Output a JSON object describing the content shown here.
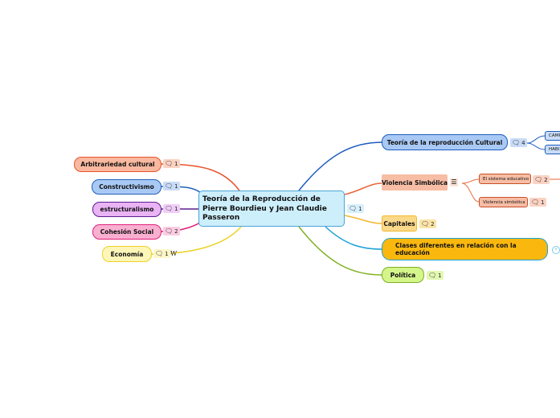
{
  "central": {
    "title": "Teoría de la Reproducción de\nPierre Bourdieu y  Jean Claudie\nPasseron",
    "badge": "1"
  },
  "left_nodes": [
    {
      "id": "arbitrariedad",
      "label": "Arbitrariedad cultural",
      "badge": "1"
    },
    {
      "id": "constructivismo",
      "label": "Constructivismo",
      "badge": "1"
    },
    {
      "id": "estructuralismo",
      "label": "estructuralismo",
      "badge": "1"
    },
    {
      "id": "cohesion",
      "label": "Cohesión Social",
      "badge": "2"
    },
    {
      "id": "economia",
      "label": "Economía",
      "badge": "1",
      "extra_icon": "W"
    }
  ],
  "right_nodes": [
    {
      "id": "reproduccion",
      "label": "Teoría de la reproducción Cultural",
      "badge": "4"
    },
    {
      "id": "violencia",
      "label": "Violencia Simbólica"
    },
    {
      "id": "capitales",
      "label": "Capitales",
      "badge": "2"
    },
    {
      "id": "clases",
      "label": "Clases diferentes en relación con la\neducación"
    },
    {
      "id": "politica",
      "label": "Política",
      "badge": "1"
    }
  ],
  "sub_nodes": [
    {
      "id": "campo",
      "label": "CAMP"
    },
    {
      "id": "habitus",
      "label": "HABI"
    },
    {
      "id": "sistema",
      "label": "El sistema educativo",
      "badge": "2"
    },
    {
      "id": "violencia-sub",
      "label": "Violencia simbólica",
      "badge": "1"
    }
  ],
  "colors": {
    "orange": "#e8542c",
    "blue": "#2160b8",
    "purple": "#5b1e8f",
    "pink": "#e0207a",
    "yellow": "#ecd22a",
    "navy": "#1e5bbd",
    "salmon": "#e8673a",
    "gold": "#f2b82e",
    "cyan": "#1ca0d8",
    "green": "#7fb022"
  }
}
